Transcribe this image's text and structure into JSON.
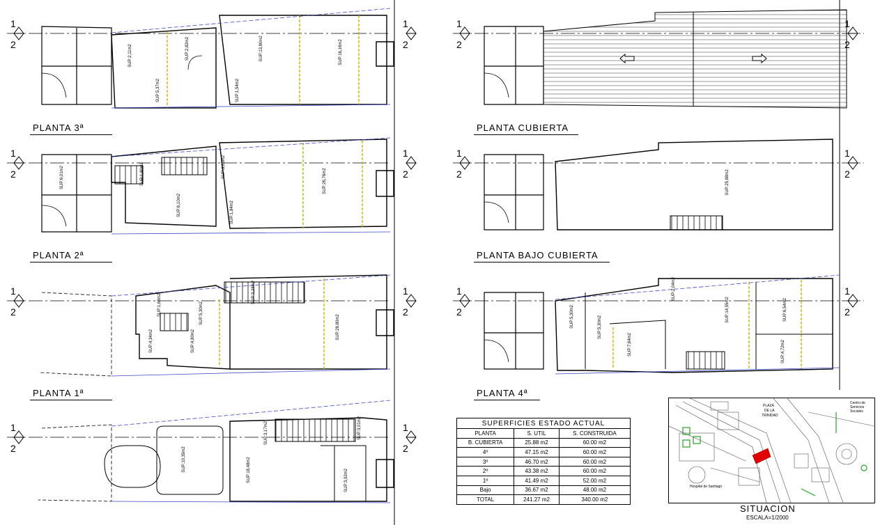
{
  "plans": {
    "p3": "PLANTA 3ª",
    "p2": "PLANTA 2ª",
    "p1": "PLANTA 1ª",
    "cubierta": "PLANTA CUBIERTA",
    "bajo_cubierta": "PLANTA BAJO CUBIERTA",
    "p4": "PLANTA 4ª"
  },
  "section_marks": {
    "top": "1",
    "bottom": "2"
  },
  "room_labels": {
    "p3": [
      "SUP:2,11m2",
      "SUP:2,82m2",
      "SUP:5,37m2",
      "SUP:1,54m2",
      "SUP:13,80m2",
      "SUP:16,16m2"
    ],
    "p2": [
      "SUP:6,01m2",
      "SUP:1,80m2",
      "SUP:3,03m2",
      "SUP:6,10m2",
      "SUP:1,84m2",
      "SUP:26,76m2"
    ],
    "p1": [
      "SUP:1,68m2",
      "SUP:3,28m2",
      "SUP:5,30m2",
      "SUP:4,34m2",
      "SUP:4,80m2",
      "SUP:28,80m2"
    ],
    "bajo": [
      "SUP:3,01m2",
      "SUP:10,35m2",
      "SUP:3,17m2",
      "SUP:18,48m2",
      "SUP:3,92m2"
    ],
    "bajo_cubierta": [
      "SUP:25,88m2"
    ],
    "p4": [
      "SUP:5,30m2",
      "SUP:2,04m2",
      "SUP:5,30m2",
      "SUP:7,64m2",
      "SUP:14,55m2",
      "SUP:6,54m2",
      "SUP:4,72m2"
    ]
  },
  "surface_table": {
    "title": "SUPERFICIES ESTADO ACTUAL",
    "columns": [
      "PLANTA",
      "S. UTIL",
      "S. CONSTRUIDA"
    ],
    "rows": [
      [
        "B. CUBIERTA",
        "25.88 m2",
        "60.00 m2"
      ],
      [
        "4º",
        "47.15 m2",
        "60.00 m2"
      ],
      [
        "3º",
        "46.70 m2",
        "60.00 m2"
      ],
      [
        "2º",
        "43.38 m2",
        "60.00 m2"
      ],
      [
        "1º",
        "41.49 m2",
        "52.00 m2"
      ],
      [
        "Bajo",
        "36.67 m2",
        "48.00 m2"
      ]
    ],
    "total": [
      "TOTAL",
      "241.27 m2",
      "340.00 m2"
    ]
  },
  "situation": {
    "title": "SITUACION",
    "scale": "ESCALA=1/2000",
    "map_labels": [
      "PLAZA",
      "DE LA",
      "TRINIDAD",
      "Centro de",
      "Servicios",
      "Sociales",
      "Hospital de Santiago"
    ]
  },
  "colors": {
    "line": "#000000",
    "dashed_blue": "#3b48c8",
    "wall_yellow": "#c8b400",
    "site_red": "#e00000",
    "map_green": "#2aa02a"
  }
}
